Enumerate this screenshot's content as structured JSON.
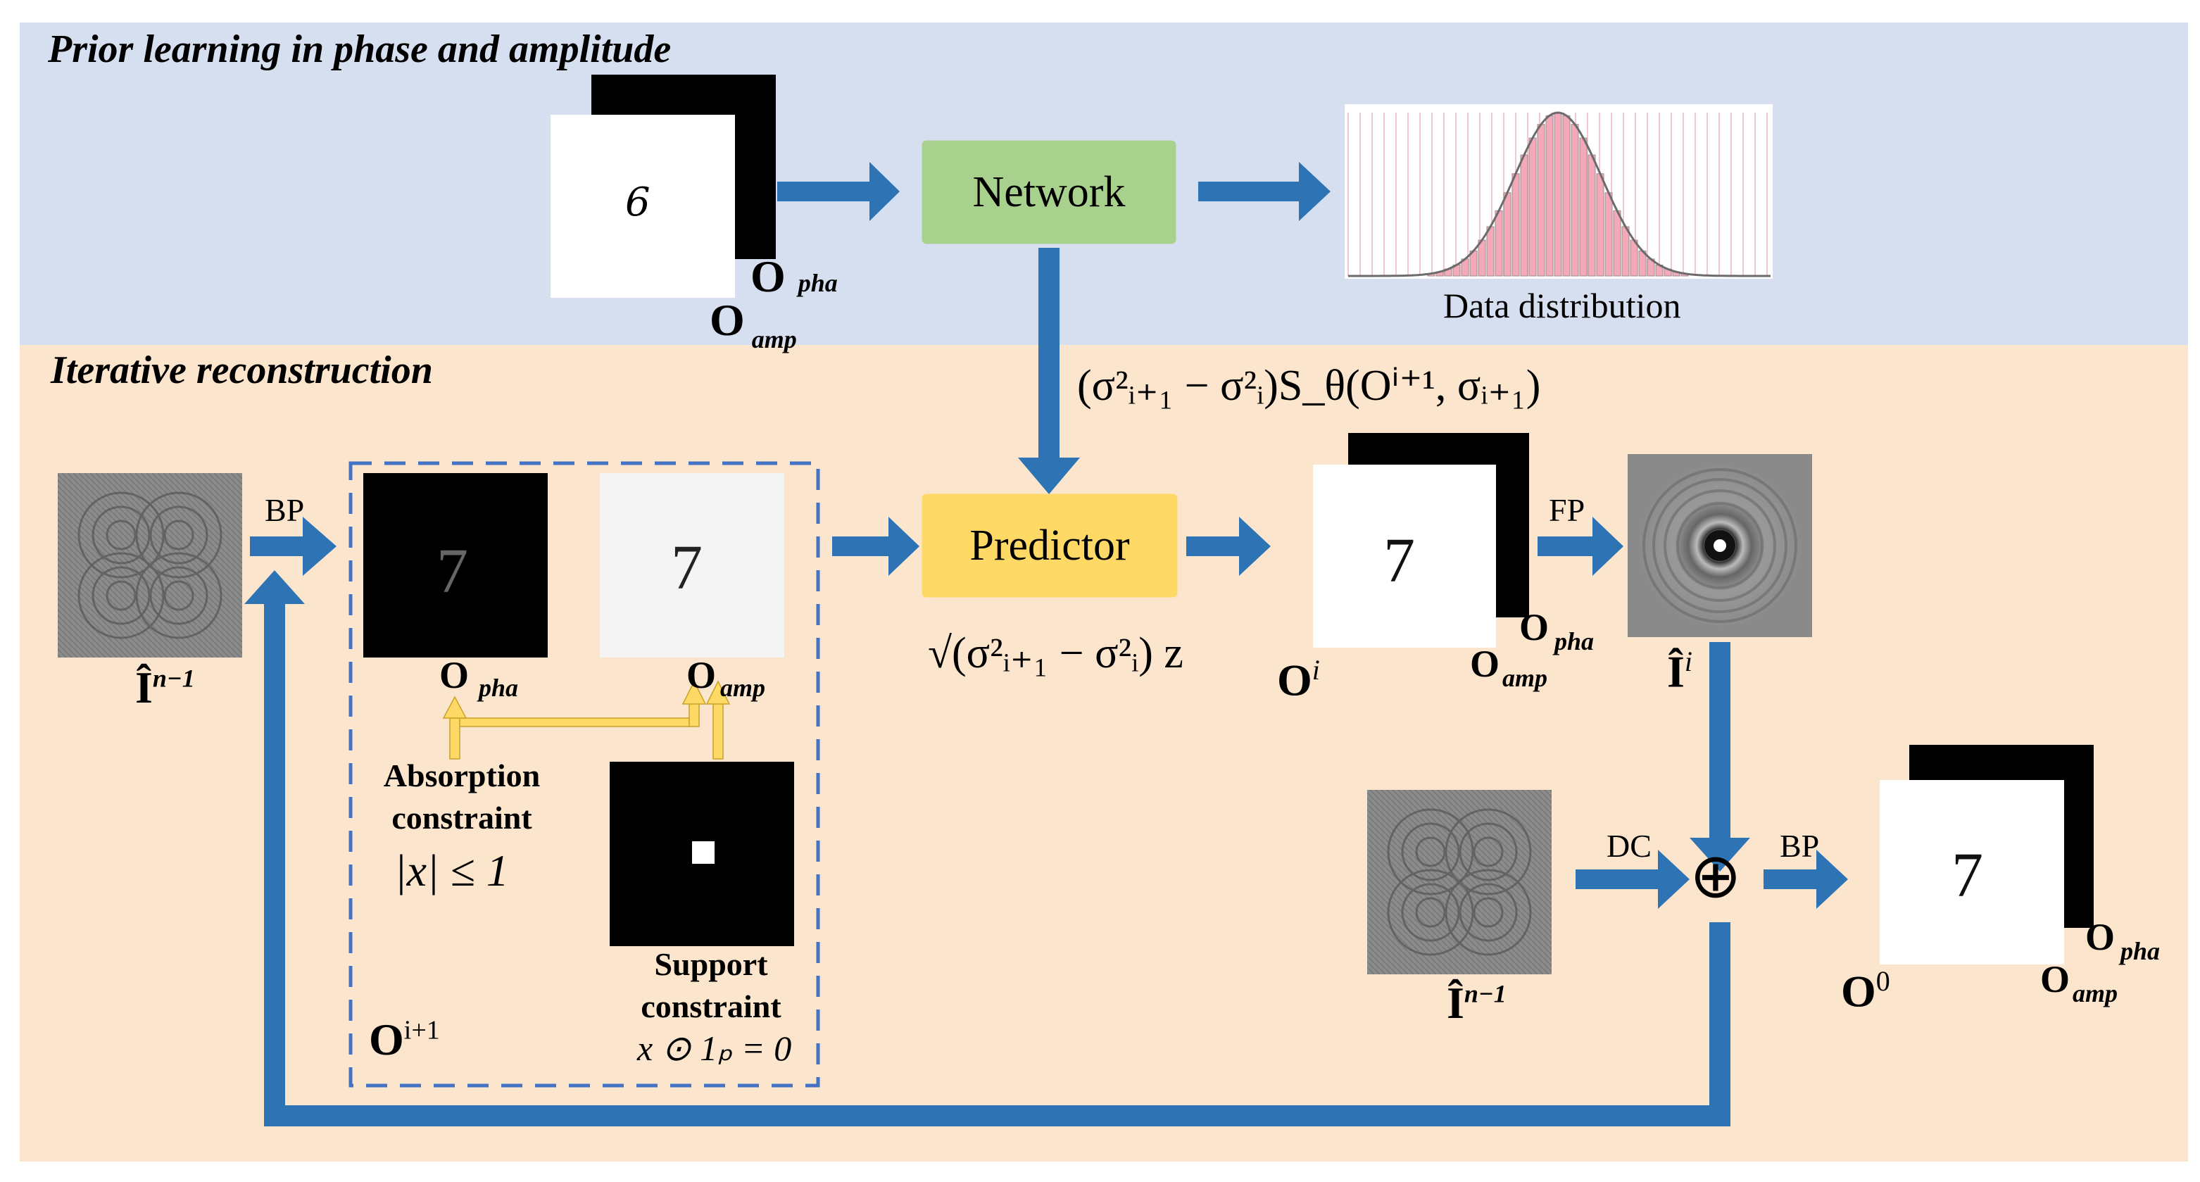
{
  "sections": {
    "prior": "Prior learning in phase and amplitude",
    "iterative": "Iterative reconstruction"
  },
  "boxes": {
    "network": "Network",
    "predictor": "Predictor"
  },
  "labels": {
    "data_distribution": "Data distribution",
    "bp1": "BP",
    "fp": "FP",
    "dc": "DC",
    "bp2": "BP",
    "absorption": "Absorption constraint",
    "support": "Support constraint"
  },
  "symbols": {
    "O": "O",
    "pha": "pha",
    "amp": "amp",
    "I_hat": "Î",
    "n_minus_1": "n−1",
    "i": "i",
    "i_plus_1": "i+1",
    "zero": "0"
  },
  "math": {
    "score_term": "(σ²ᵢ₊₁ − σ²ᵢ)S_θ(Oⁱ⁺¹, σᵢ₊₁)",
    "noise_term": "√(σ²ᵢ₊₁ − σ²ᵢ) z",
    "absorption_eq": "|x| ≤ 1",
    "support_eq": "x ⊙ 1ₚ = 0",
    "oplus": "⊕"
  },
  "digits": {
    "prior": "6",
    "recon": "7"
  },
  "colors": {
    "top_bg": "#d6dff0",
    "bottom_bg": "#fce5cd",
    "arrow": "#2e74b5",
    "network": "#a9d18e",
    "predictor": "#ffd966",
    "yellow_arrow": "#ffd966",
    "dashed": "#4472c4",
    "histogram": "#f4a9b8"
  }
}
